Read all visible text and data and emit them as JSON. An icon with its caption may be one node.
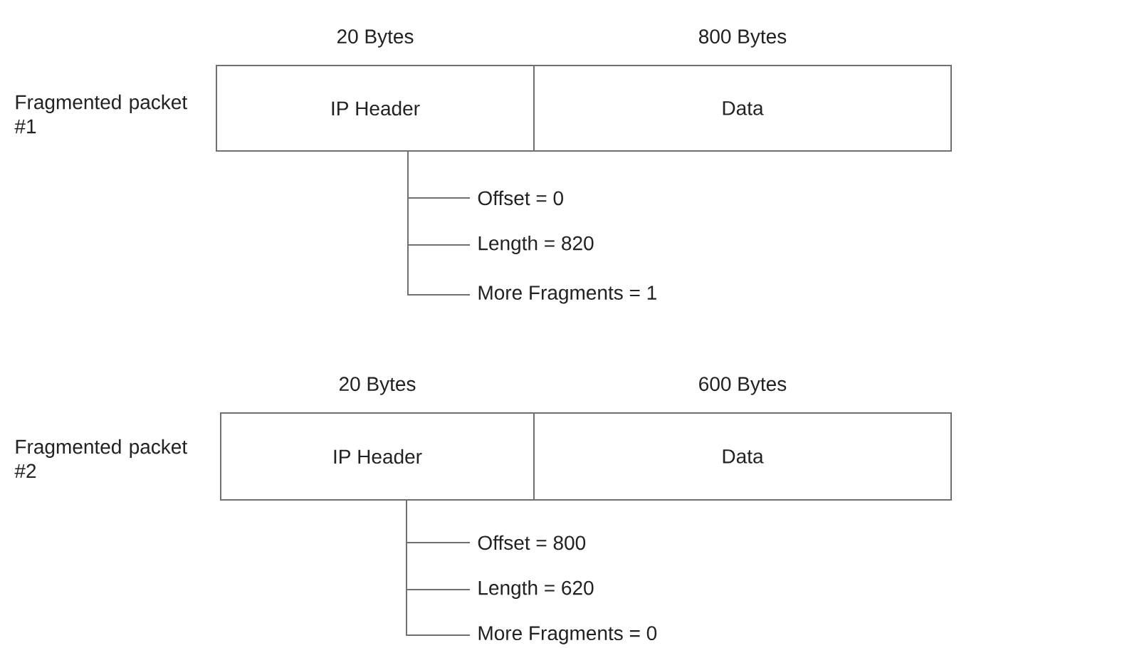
{
  "diagram": {
    "nodes": [
      {
        "text": [
          "IP Header"
        ],
        "beside": [
          "20 Bytes"
        ]
      },
      {
        "text": [
          "Data"
        ],
        "beside": [
          "800 Bytes"
        ]
      },
      {
        "text": [
          "Offset = 0"
        ]
      },
      {
        "text": [
          "Length = 820"
        ]
      },
      {
        "text": [
          "More Fragments = 1"
        ]
      },
      {
        "text": [
          "IP Header"
        ],
        "beside": [
          "20 Bytes"
        ]
      },
      {
        "text": [
          "Data"
        ],
        "beside": [
          "600 Bytes"
        ]
      },
      {
        "text": [
          "Offset = 800"
        ]
      },
      {
        "text": [
          "Length = 620"
        ]
      },
      {
        "text": [
          "More Fragments = 0"
        ]
      }
    ],
    "edges": [
      {
        "from": 0,
        "to": 2,
        "arrow": "none"
      },
      {
        "from": 0,
        "to": 3,
        "arrow": "none"
      },
      {
        "from": 0,
        "to": 4,
        "arrow": "none"
      },
      {
        "from": 5,
        "to": 7,
        "arrow": "none"
      },
      {
        "from": 5,
        "to": 8,
        "arrow": "none"
      },
      {
        "from": 5,
        "to": 9,
        "arrow": "none"
      }
    ],
    "labels": [
      "Fragmented packet #1",
      "Fragmented packet #2"
    ]
  }
}
